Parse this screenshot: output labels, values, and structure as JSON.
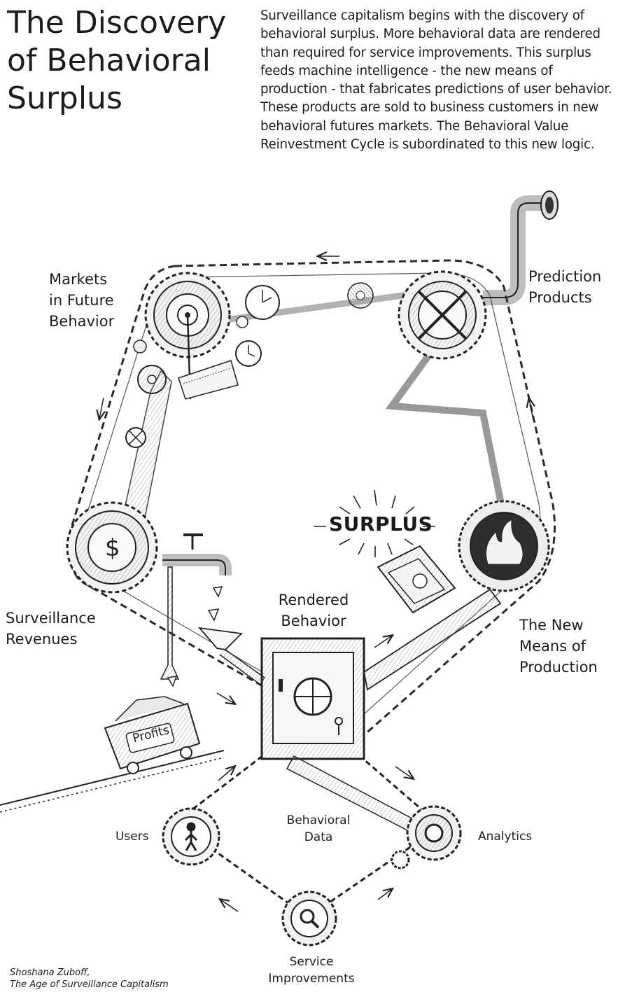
{
  "title": {
    "line1": "The Discovery",
    "line2": "of Behavioral",
    "line3": "Surplus"
  },
  "intro": "Surveillance capitalism begins with the discovery of behavioral surplus. More behavioral data are rendered than required for service improvements. This surplus feeds machine intelligence - the new means of production - that fabricates predictions of user behavior. These products are sold to business customers in new behavioral futures markets. The Behavioral Value Reinvestment Cycle is subordinated to this new logic.",
  "labels": {
    "markets": [
      "Markets",
      "in Future",
      "Behavior"
    ],
    "prediction": [
      "Prediction",
      "Products"
    ],
    "surplus": "SURPLUS",
    "revenues": [
      "Surveillance",
      "Revenues"
    ],
    "rendered": [
      "Rendered",
      "Behavior"
    ],
    "means": [
      "The New",
      "Means of",
      "Production"
    ],
    "profits": "Profits",
    "users": "Users",
    "behavioral_data": [
      "Behavioral",
      "Data"
    ],
    "analytics": "Analytics",
    "service": [
      "Service",
      "Improvements"
    ]
  },
  "icons": {
    "dollar": "$"
  },
  "credit": [
    "Shoshana Zuboff,",
    "The Age of Surveillance Capitalism"
  ]
}
